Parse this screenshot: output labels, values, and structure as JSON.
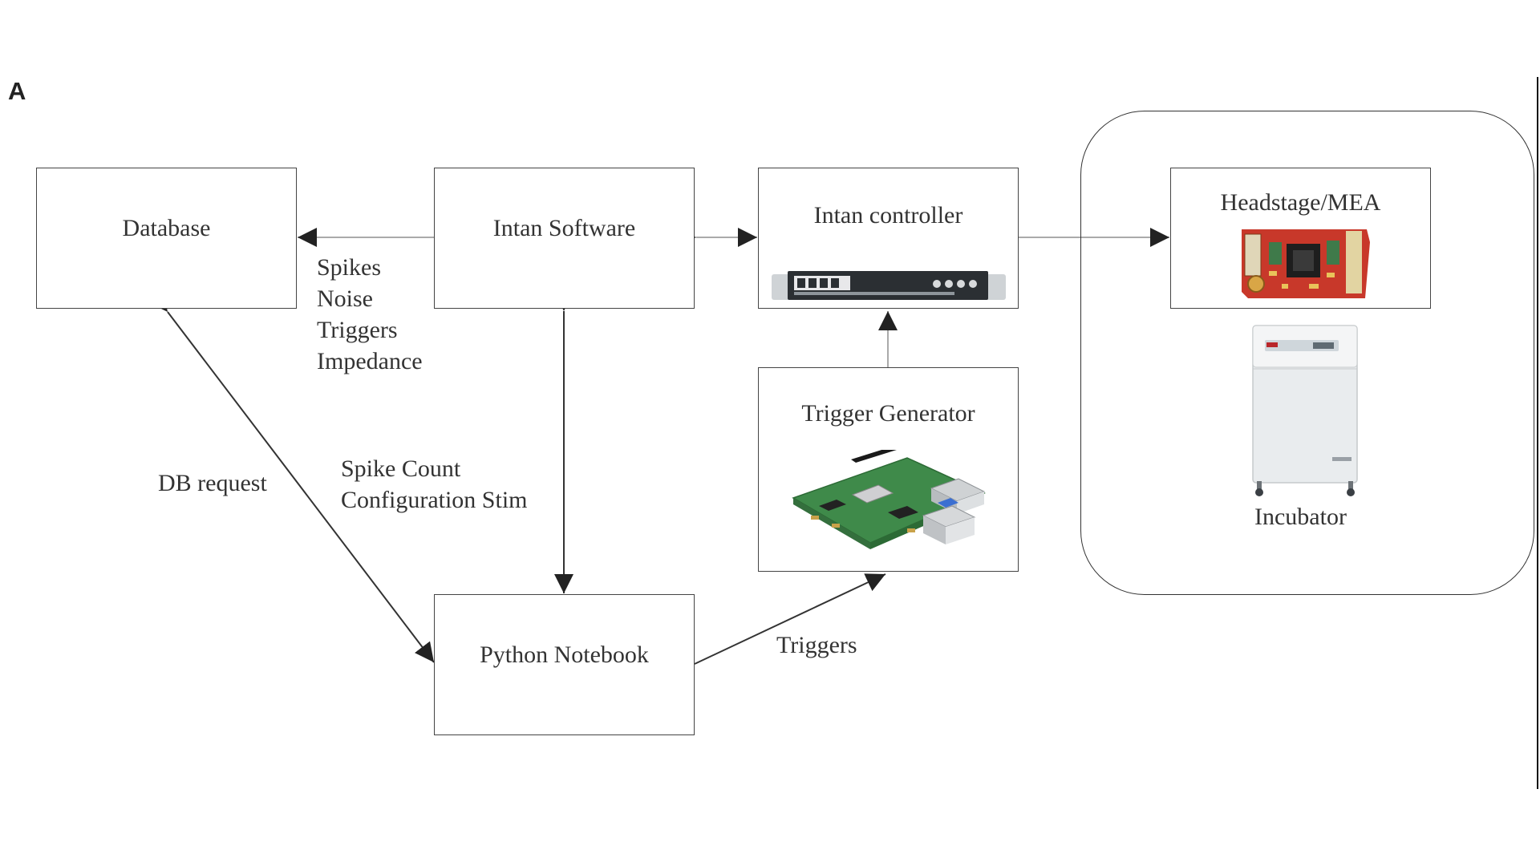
{
  "figure": {
    "panel_label": "A"
  },
  "nodes": {
    "database": {
      "label": "Database"
    },
    "intan_software": {
      "label": "Intan Software"
    },
    "intan_controller": {
      "label": "Intan controller"
    },
    "headstage": {
      "label": "Headstage/MEA"
    },
    "trigger_generator": {
      "label": "Trigger Generator"
    },
    "python_notebook": {
      "label": "Python Notebook"
    },
    "incubator": {
      "label": "Incubator"
    }
  },
  "edges": {
    "software_to_database": {
      "lines": [
        "Spikes",
        "Noise",
        "Triggers",
        "Impedance"
      ]
    },
    "database_notebook": {
      "label": "DB request"
    },
    "software_notebook": {
      "lines": [
        "Spike Count",
        "Configuration Stim"
      ]
    },
    "notebook_to_trigger": {
      "label": "Triggers"
    }
  },
  "colors": {
    "line": "#444444",
    "box_border": "#444444",
    "text": "#333333",
    "pcb_red": "#c8382a",
    "pcb_green": "#3f7a4a"
  }
}
